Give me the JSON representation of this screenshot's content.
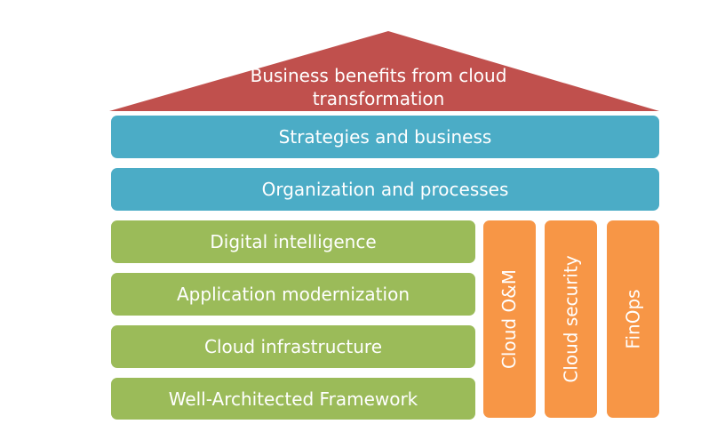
{
  "roof": {
    "line1": "Business benefits from cloud",
    "line2": "transformation",
    "color": "#c0504d"
  },
  "layers": {
    "strategies": "Strategies and business",
    "organization": "Organization and processes"
  },
  "foundation": {
    "items": [
      "Digital intelligence",
      "Application modernization",
      "Cloud infrastructure",
      "Well-Architected Framework"
    ]
  },
  "pillars": {
    "items": [
      "Cloud O&M",
      "Cloud security",
      "FinOps"
    ]
  },
  "colors": {
    "blue": "#4bacc6",
    "green": "#9bbb59",
    "orange": "#f79646",
    "red": "#c0504d"
  }
}
